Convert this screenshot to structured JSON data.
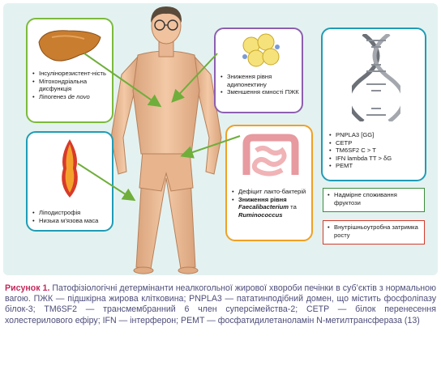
{
  "figure": {
    "cards": {
      "liver": {
        "items": [
          "Інсулінорезистент-ність",
          "Мітохондріальна дисфункція",
          "Ліпогенез",
          "de novo"
        ]
      },
      "adipose": {
        "items": [
          "Зниження рівня адипонектину",
          "Зменшення ємності ПЖК"
        ]
      },
      "genetics": {
        "items": [
          "PNPLA3 [GG]",
          "CETP",
          "TM6SF2 C > T",
          "IFN lambda TT > δG",
          "PEMT"
        ]
      },
      "muscle": {
        "items": [
          "Ліподистрофія",
          "Низька м’язова маса"
        ]
      },
      "gut": {
        "items": [
          "Дефіцит лакто-бактерій",
          "Зниження рівня",
          "Faecalibacterium",
          "та",
          "Ruminococcus"
        ]
      }
    },
    "risks": {
      "fructose": "Надмірне споживання фруктози",
      "growth": "Внутрішньоутробна затримка росту"
    },
    "icons": {
      "liver": "liver-icon",
      "adipose": "fat-cells-icon",
      "genetics": "dna-icon",
      "muscle": "muscle-fiber-icon",
      "gut": "intestine-icon",
      "person": "human-figure-icon"
    },
    "colors": {
      "liver_border": "#7cba3c",
      "adipose_border": "#8d5fb0",
      "genetics_border": "#1f9cb6",
      "muscle_border": "#1f9cb6",
      "gut_border": "#f0a024",
      "arrows": "#6fae3b",
      "caption_lead": "#c4285a",
      "caption_text": "#4d4d7a"
    }
  },
  "caption": {
    "lead": "Рисунок 1.",
    "text": " Патофізіологічні детермінанти неалкогольної жирової хвороби печінки в суб’єктів з нормальною вагою. ПЖК — підшкірна жирова клітковина; PNPLA3 — пататинподібний домен, що містить фосфоліпазу білок-3; TM6SF2 — трансмембранний 6 член суперсімейства-2; CETP — білок перенесення холестерилового ефіру; IFN — інтерферон; PEMT — фосфатидилетаноламін N-метилтрансфераза (13)"
  }
}
